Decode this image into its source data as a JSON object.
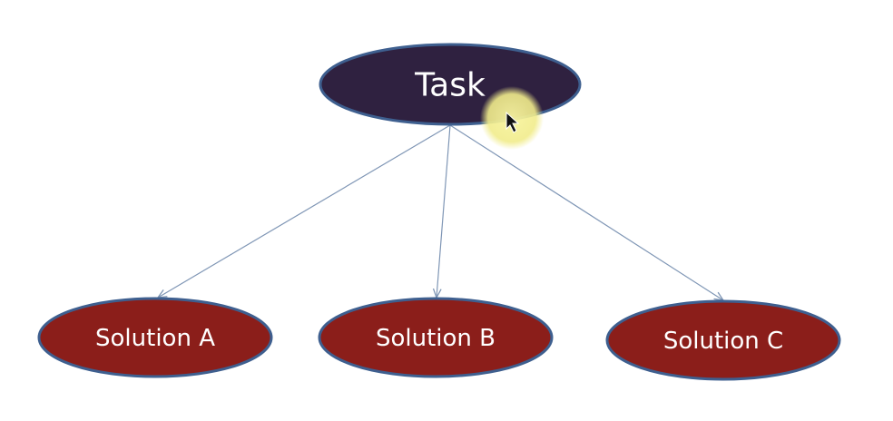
{
  "diagram": {
    "root": {
      "label": "Task",
      "fill": "#2f2140",
      "stroke": "#3e5f8f"
    },
    "children": [
      {
        "label": "Solution A",
        "fill": "#8b1e1a",
        "stroke": "#3e5f8f"
      },
      {
        "label": "Solution B",
        "fill": "#8b1e1a",
        "stroke": "#3e5f8f"
      },
      {
        "label": "Solution C",
        "fill": "#8b1e1a",
        "stroke": "#3e5f8f"
      }
    ],
    "edge_color": "#7f96b5",
    "cursor_highlight_color": "#f3ef8c",
    "cursor_icon": "mouse-pointer-icon"
  }
}
